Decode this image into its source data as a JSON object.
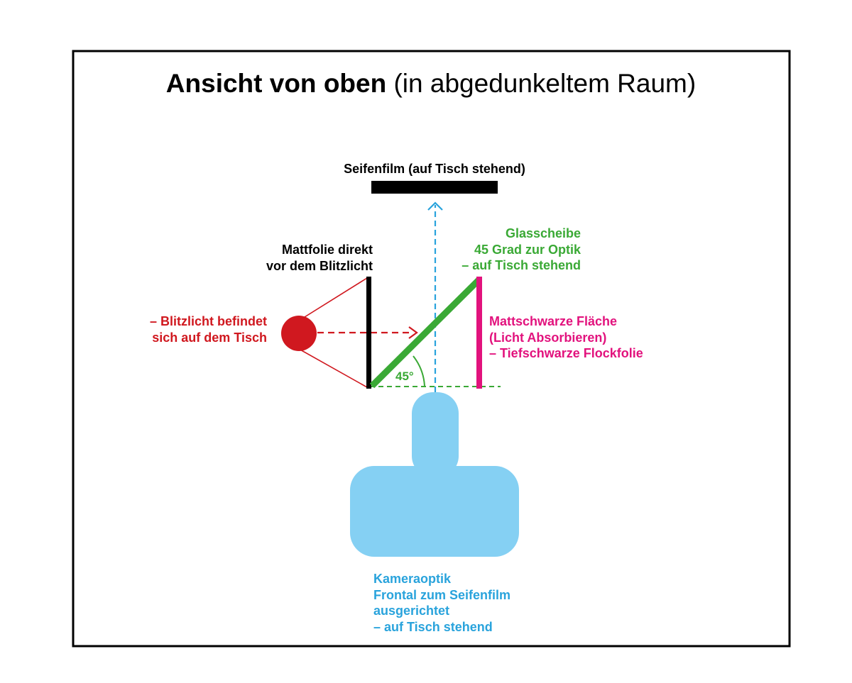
{
  "title": {
    "bold": "Ansicht von oben",
    "rest": "(in abgedunkeltem Raum)"
  },
  "labels": {
    "seifenfilm": "Seifenfilm (auf Tisch stehend)",
    "mattfolie": "Mattfolie direkt\nvor dem Blitzlicht",
    "glasscheibe": "Glasscheibe\n45 Grad zur Optik\n– auf Tisch stehend",
    "blitzlicht": "– Blitzlicht befindet\nsich auf dem Tisch",
    "mattschwarz": "Mattschwarze Fläche\n(Licht Absorbieren)\n– Tiefschwarze Flockfolie",
    "angle": "45°",
    "kamera": "Kameraoptik\nFrontal zum Seifenfilm\nausgerichtet\n– auf Tisch stehend"
  },
  "colors": {
    "black": "#000000",
    "green": "#3aa935",
    "red": "#d0181f",
    "magenta": "#e2127d",
    "blue": "#29a3dc",
    "camera": "#85d0f3"
  }
}
